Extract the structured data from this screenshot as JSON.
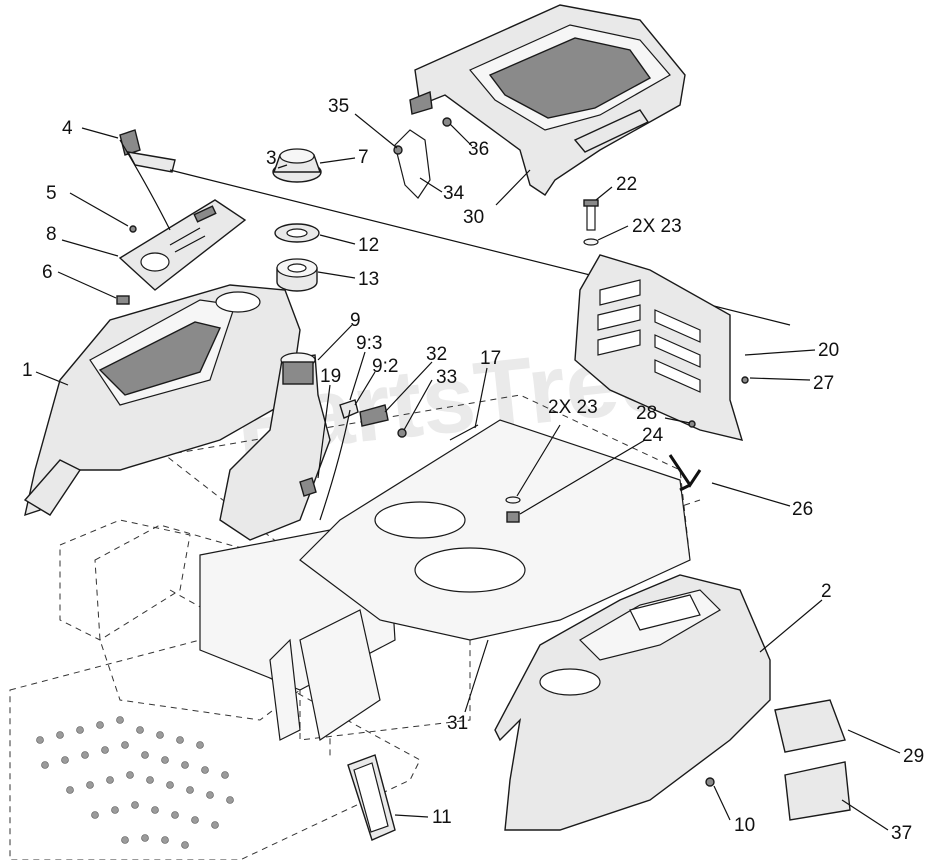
{
  "watermark": "PartsTree",
  "callouts": {
    "c1": "1",
    "c2": "2",
    "c3": "3",
    "c4": "4",
    "c5": "5",
    "c6": "6",
    "c7": "7",
    "c8": "8",
    "c9": "9",
    "c9_3": "9:3",
    "c9_2": "9:2",
    "c10": "10",
    "c11": "11",
    "c12": "12",
    "c13": "13",
    "c17": "17",
    "c19": "19",
    "c20": "20",
    "c22": "22",
    "c23a": "2X 23",
    "c23b": "2X 23",
    "c24": "24",
    "c26": "26",
    "c27": "27",
    "c28": "28",
    "c29": "29",
    "c30": "30",
    "c31": "31",
    "c32": "32",
    "c33": "33",
    "c34": "34",
    "c35": "35",
    "c36": "36",
    "c37": "37"
  }
}
